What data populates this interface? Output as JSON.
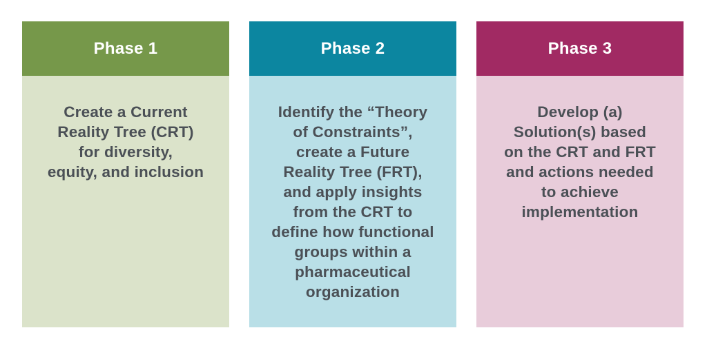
{
  "page": {
    "background_color": "#ffffff",
    "header_text_color": "#ffffff",
    "body_text_color": "#4b5056"
  },
  "phases": [
    {
      "label": "Phase 1",
      "description": "Create a Current\nReality Tree (CRT)\nfor diversity,\nequity, and inclusion",
      "header_color": "#76984a",
      "body_color": "#dbe3ca"
    },
    {
      "label": "Phase 2",
      "description": "Identify the “Theory\nof Constraints”,\ncreate a Future\nReality Tree (FRT),\nand apply insights\nfrom the CRT to\ndefine how functional\ngroups within a\npharmaceutical\norganization",
      "header_color": "#0c86a0",
      "body_color": "#b9dfe7"
    },
    {
      "label": "Phase 3",
      "description": "Develop (a)\nSolution(s) based\non the CRT and FRT\nand actions needed\nto achieve\nimplementation",
      "header_color": "#a12a63",
      "body_color": "#e8ccda"
    }
  ]
}
